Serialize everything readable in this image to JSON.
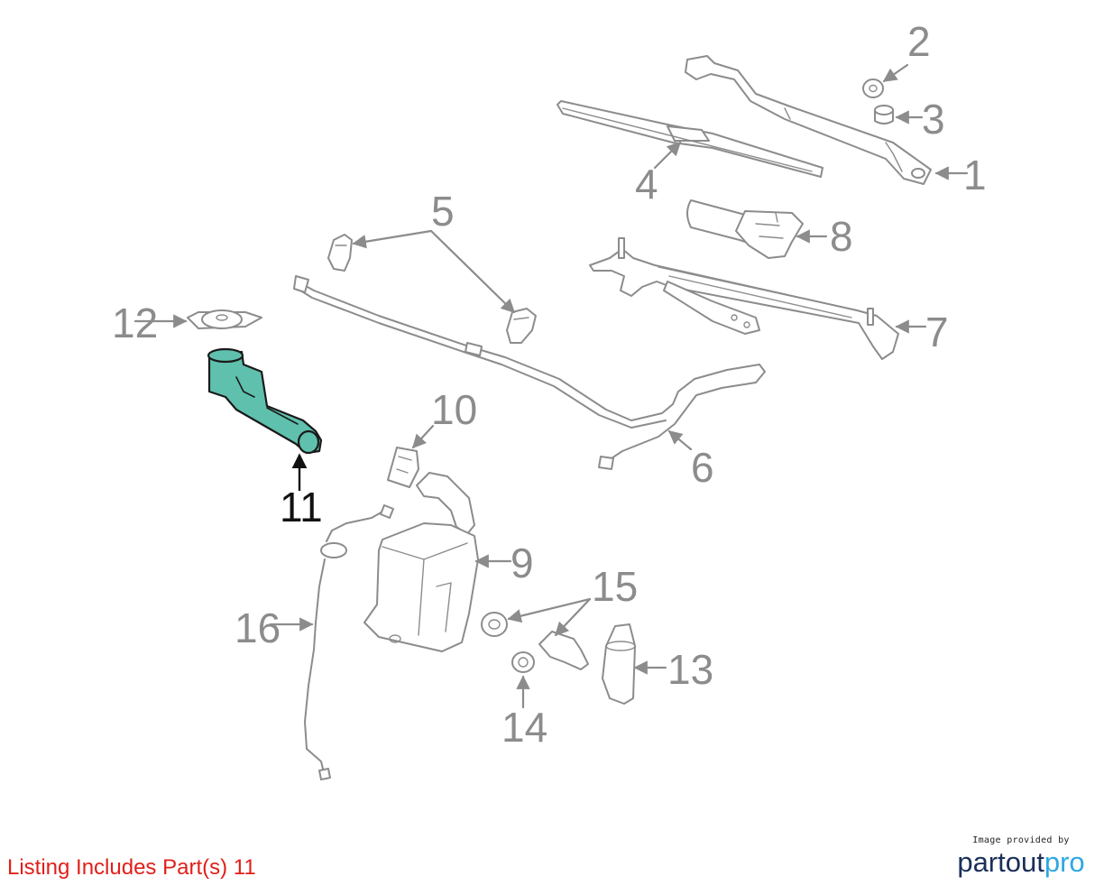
{
  "callouts": [
    {
      "id": "c1",
      "text": "1",
      "active": false
    },
    {
      "id": "c2",
      "text": "2",
      "active": false
    },
    {
      "id": "c3",
      "text": "3",
      "active": false
    },
    {
      "id": "c4",
      "text": "4",
      "active": false
    },
    {
      "id": "c5",
      "text": "5",
      "active": false
    },
    {
      "id": "c6",
      "text": "6",
      "active": false
    },
    {
      "id": "c7",
      "text": "7",
      "active": false
    },
    {
      "id": "c8",
      "text": "8",
      "active": false
    },
    {
      "id": "c9",
      "text": "9",
      "active": false
    },
    {
      "id": "c10",
      "text": "10",
      "active": false
    },
    {
      "id": "c11",
      "text": "11",
      "active": true
    },
    {
      "id": "c12",
      "text": "12",
      "active": false
    },
    {
      "id": "c13",
      "text": "13",
      "active": false
    },
    {
      "id": "c14",
      "text": "14",
      "active": false
    },
    {
      "id": "c15",
      "text": "15",
      "active": false
    },
    {
      "id": "c16",
      "text": "16",
      "active": false
    }
  ],
  "highlight_color": "#5fc0ad",
  "listing_note": "Listing Includes Part(s) 11",
  "listing_note_color": "#e0201a",
  "credit": {
    "caption": "Image provided by",
    "logo_part1": "partout",
    "logo_part2": "pro",
    "logo_colors": [
      "#1b2f5a",
      "#2fa8e0"
    ]
  }
}
